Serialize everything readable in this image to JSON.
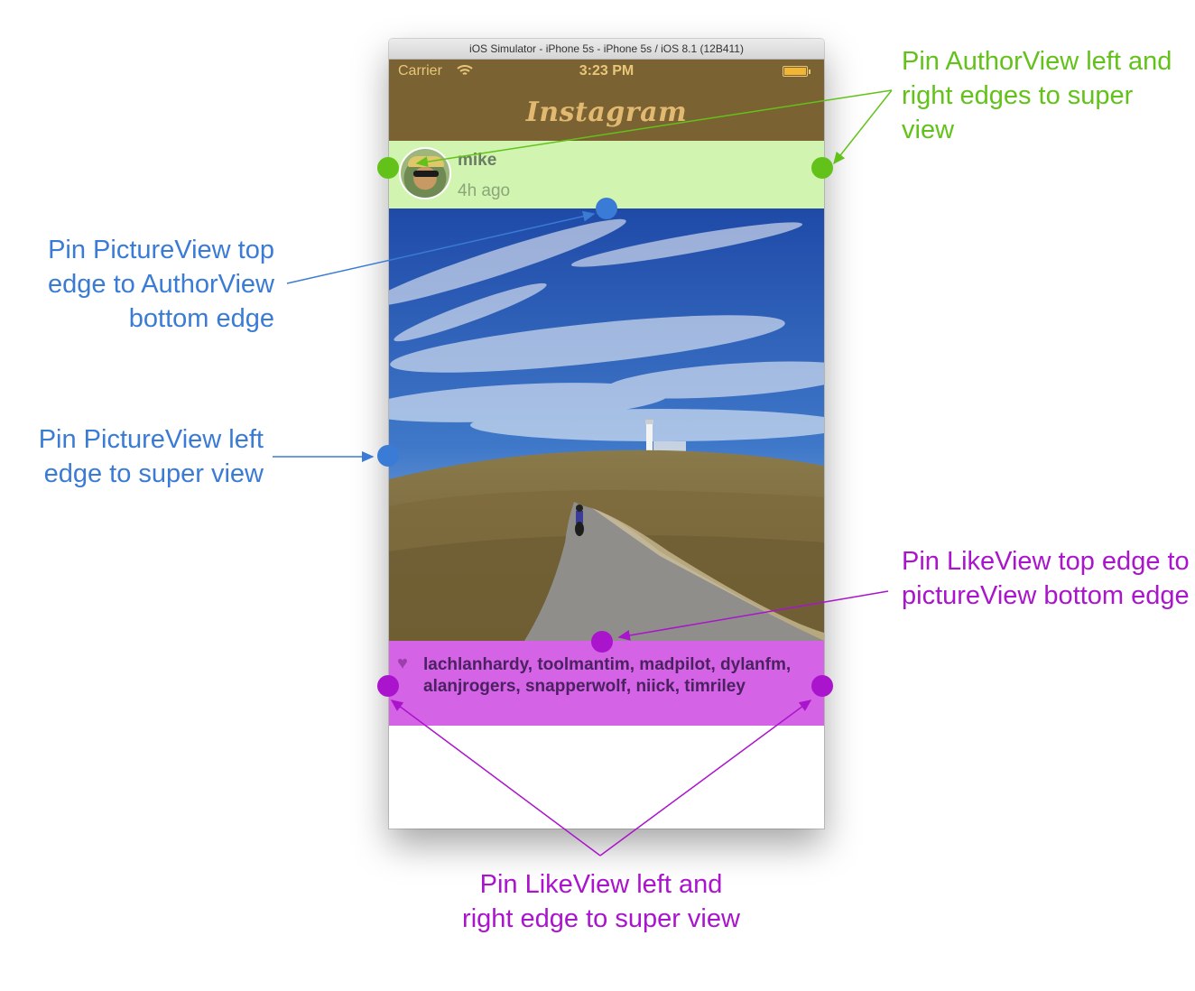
{
  "simulator": {
    "title": "iOS Simulator - iPhone 5s - iPhone 5s / iOS 8.1 (12B411)"
  },
  "statusbar": {
    "carrier": "Carrier",
    "time": "3:23 PM",
    "battery_level": 1.0,
    "wifi_icon": "wifi-icon"
  },
  "navbar": {
    "title": "Instagram"
  },
  "author": {
    "name": "mike",
    "time_ago": "4h ago"
  },
  "likes": {
    "icon": "heart-icon",
    "text": "lachlanhardy, toolmantim, madpilot, dylanfm, alanjrogers, snapperwolf, niick, timriley"
  },
  "annotations": {
    "author_edges": "Pin AuthorView left and right edges to super view",
    "picture_top": "Pin PictureView top edge to AuthorView bottom edge",
    "picture_left": "Pin PictureView left edge to super view",
    "like_top": "Pin LikeView top edge to pictureView bottom edge",
    "like_edges": "Pin LikeView left and right edge to super view"
  },
  "colors": {
    "annotation_green": "#63c21a",
    "annotation_blue": "#3a7bd5",
    "annotation_purple": "#aa14cc",
    "navbar_brown": "#7b6232",
    "author_bg": "#d1f4b1",
    "likes_bg": "#d563e6"
  }
}
